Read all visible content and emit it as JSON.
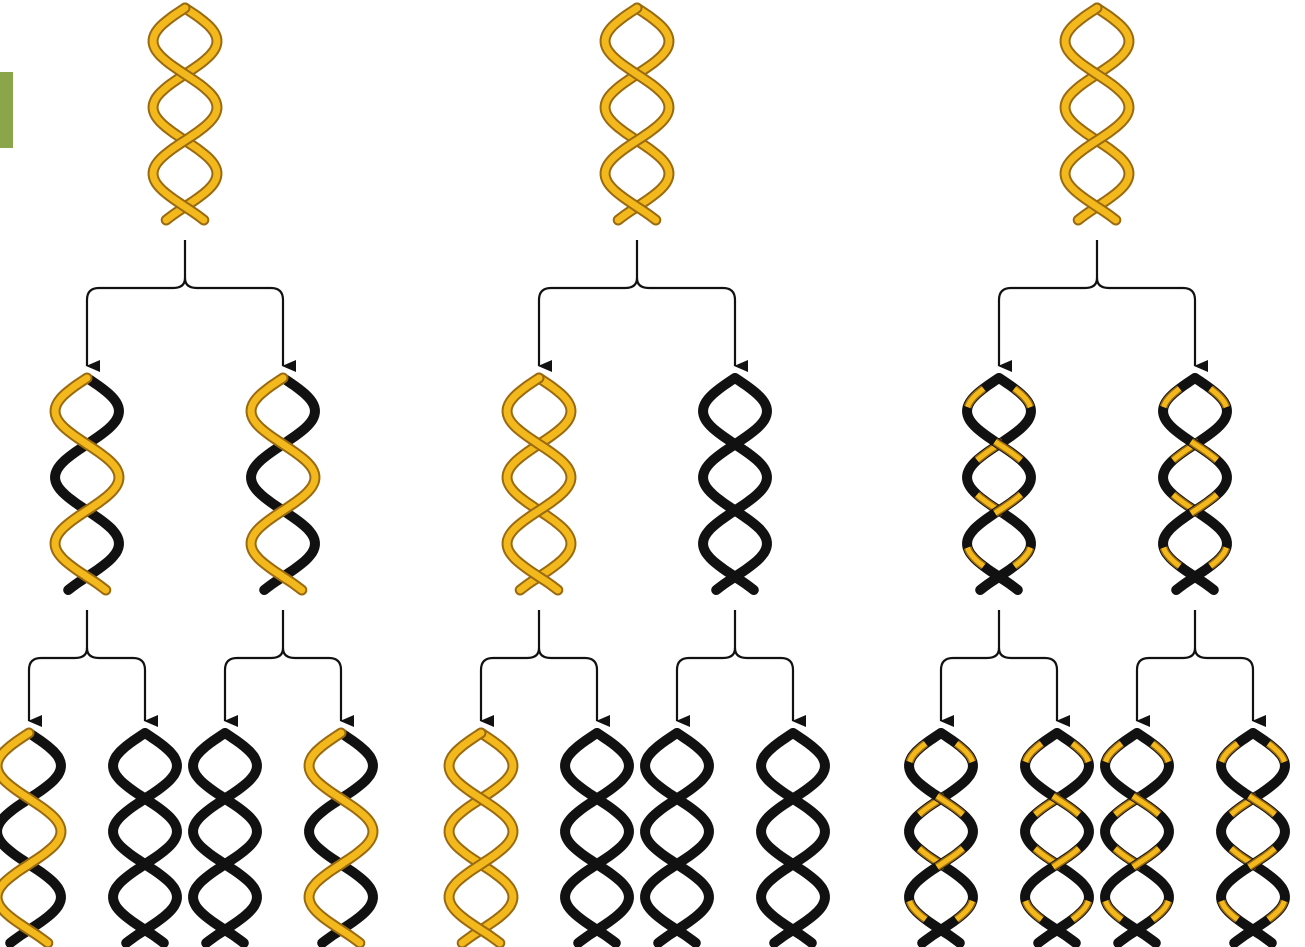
{
  "colors": {
    "parental_strand": "#f3b91c",
    "parental_edge": "#9a6a10",
    "new_strand": "#111111",
    "arrow": "#111111",
    "background": "#ffffff",
    "side_tab": "#8aa54a"
  },
  "panels": [
    {
      "generations": [
        [
          "yellow-yellow"
        ],
        [
          "yellow-black",
          "yellow-black"
        ],
        [
          "yellow-black",
          "black-black",
          "black-black",
          "yellow-black"
        ]
      ]
    },
    {
      "generations": [
        [
          "yellow-yellow"
        ],
        [
          "yellow-yellow",
          "black-black"
        ],
        [
          "yellow-yellow",
          "black-black",
          "black-black",
          "black-black"
        ]
      ]
    },
    {
      "generations": [
        [
          "yellow-yellow"
        ],
        [
          "mixed",
          "mixed"
        ],
        [
          "mixed",
          "mixed",
          "mixed",
          "mixed"
        ]
      ]
    }
  ]
}
